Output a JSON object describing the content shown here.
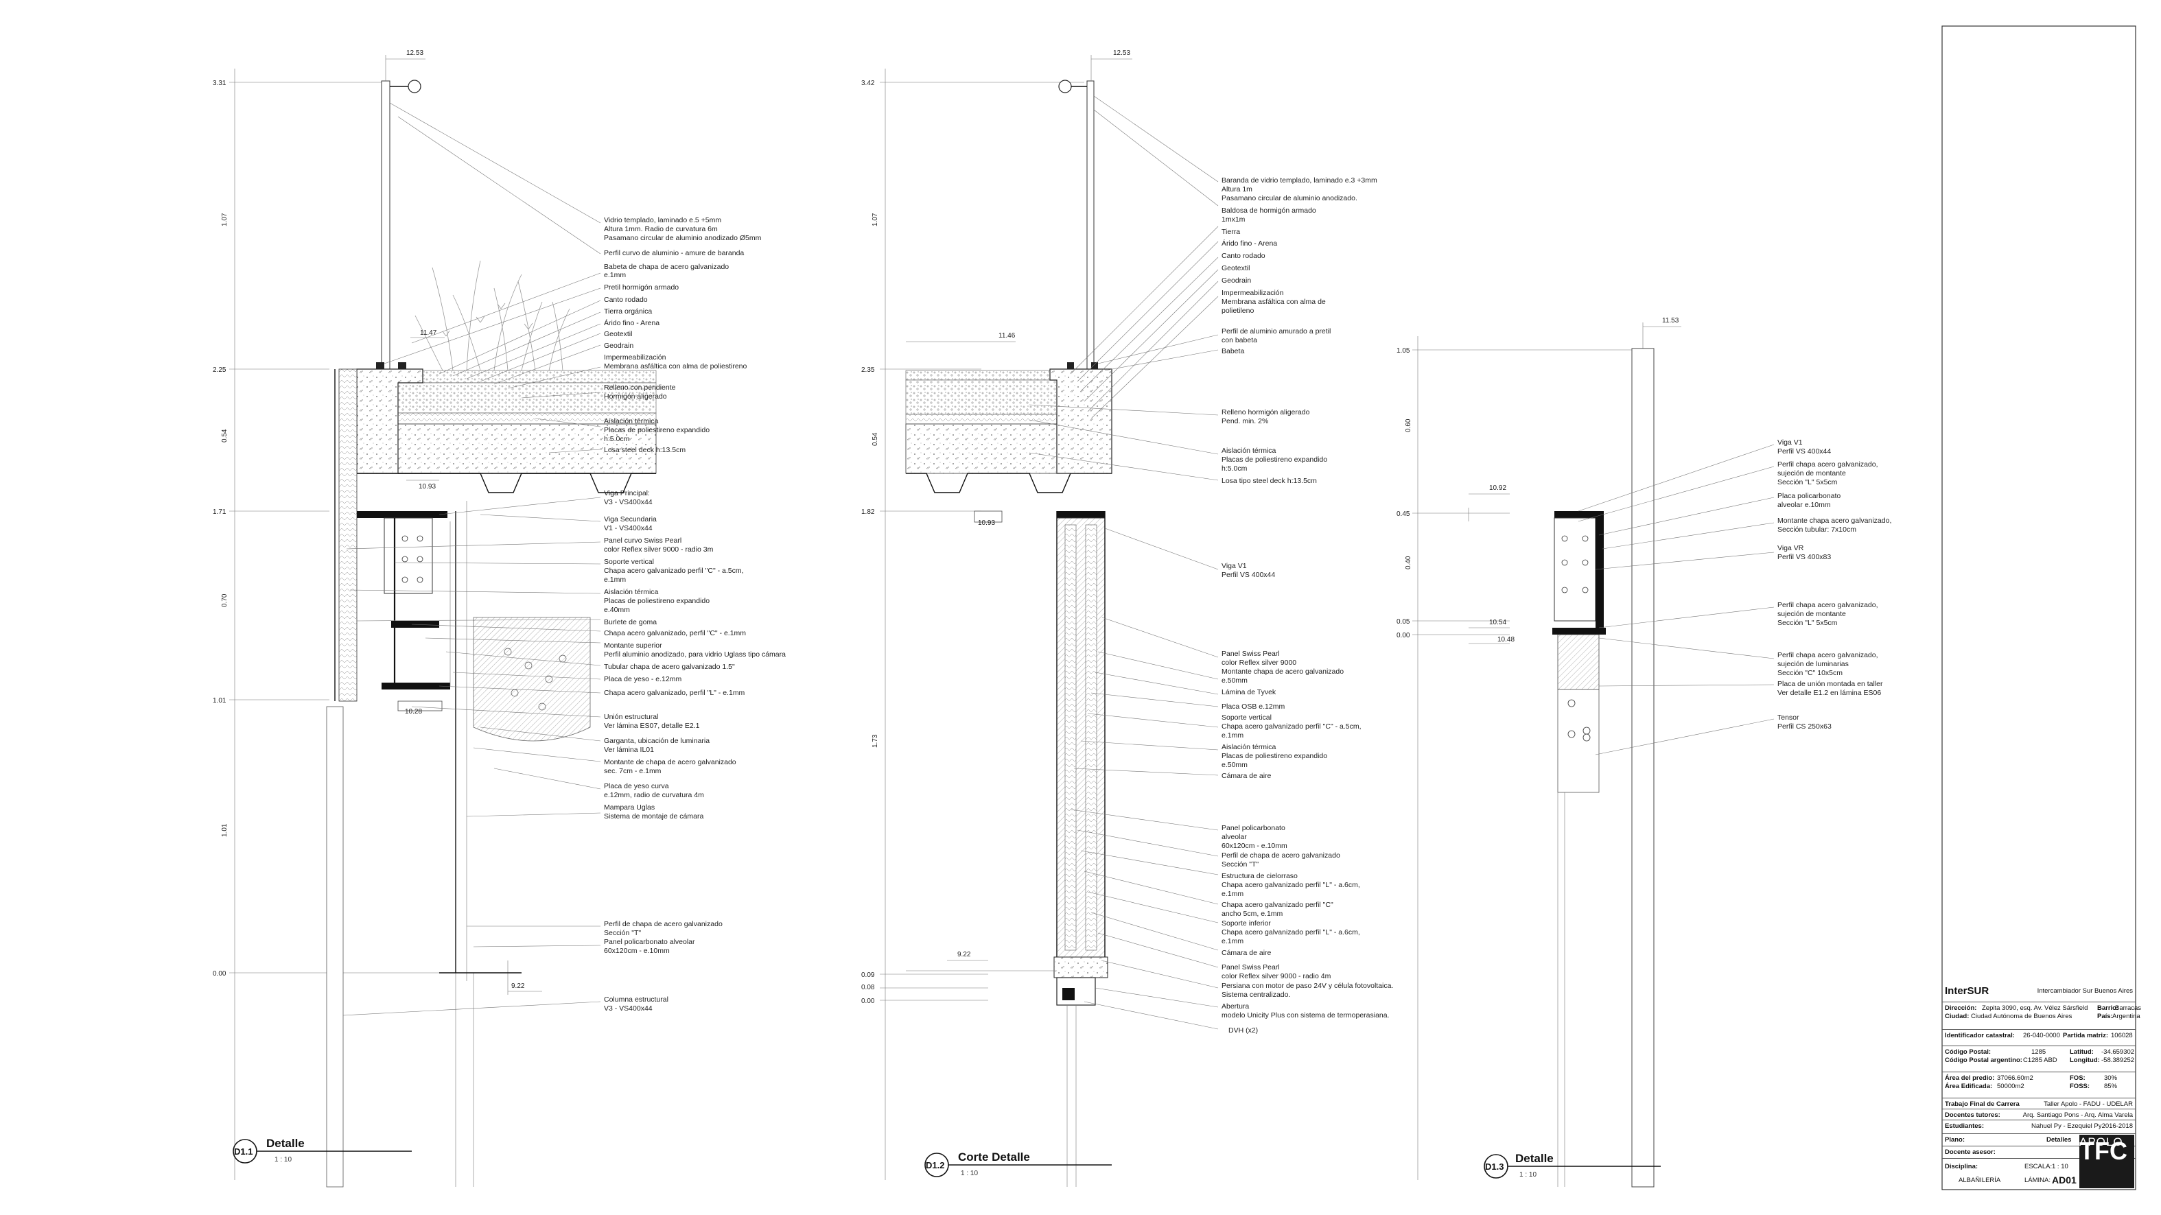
{
  "details": [
    {
      "tag": "D1.1",
      "title": "Detalle",
      "scale": "1 : 10",
      "levels": [
        "3.31",
        "1.07",
        "2.25",
        "0.54",
        "1.71",
        "0.70",
        "1.01",
        "1.01",
        "0.00"
      ],
      "dims": [
        "12.53",
        "11.47",
        "10.93",
        "10.28",
        "9.22"
      ],
      "labels": [
        "Vidrio templado, laminado e.5 +5mm",
        "Altura 1mm. Radio de curvatura 6m",
        "Pasamano circular de aluminio anodizado Ø5mm",
        "Perfil curvo de aluminio - amure de baranda",
        "Babeta de chapa de acero galvanizado",
        "e.1mm",
        "Pretil hormigón armado",
        "Canto rodado",
        "Tierra orgánica",
        "Árido fino - Arena",
        "Geotextil",
        "Geodrain",
        "Impermeabilización",
        "Membrana asfáltica con alma de poliestireno",
        "Relleno con pendiente",
        "Hormigón aligerado",
        "Aislación térmica",
        "Placas de poliestireno expandido",
        "h:5.0cm",
        "Losa steel deck h:13.5cm",
        "Viga Principal:",
        "V3 - VS400x44",
        "Viga Secundaria",
        "V1 - VS400x44",
        "Panel curvo Swiss Pearl",
        "color Reflex silver 9000 - radio 3m",
        "Soporte vertical",
        "Chapa acero galvanizado perfil \"C\" - a.5cm,",
        "e.1mm",
        "Aislación térmica",
        "Placas de poliestireno expandido",
        "e.40mm",
        "Burlete de goma",
        "Chapa acero galvanizado, perfil \"C\" - e.1mm",
        "Montante superior",
        "Perfil aluminio anodizado, para vidrio Uglass tipo cámara",
        "Tubular chapa de acero galvanizado 1.5\"",
        "Placa de yeso - e.12mm",
        "Chapa acero galvanizado, perfil \"L\" - e.1mm",
        "Unión estructural",
        "Ver lámina ES07, detalle E2.1",
        "Garganta, ubicación de luminaria",
        "Ver lámina IL01",
        "Montante de chapa de acero galvanizado",
        "sec. 7cm - e.1mm",
        "Placa de yeso curva",
        "e.12mm, radio de curvatura 4m",
        "Mampara Uglas",
        "Sistema de montaje de cámara",
        "Perfil de chapa de acero galvanizado",
        "Sección \"T\"",
        "Panel policarbonato alveolar",
        "60x120cm - e.10mm",
        "Columna estructural",
        "V3 - VS400x44"
      ]
    },
    {
      "tag": "D1.2",
      "title": "Corte Detalle",
      "scale": "1 : 10",
      "levels": [
        "3.42",
        "1.07",
        "2.35",
        "0.54",
        "1.82",
        "1.73",
        "0.09",
        "0.08",
        "0.00"
      ],
      "dims": [
        "12.53",
        "11.46",
        "10.93",
        "9.22"
      ],
      "labels": [
        "Baranda de vidrio templado, laminado e.3 +3mm",
        "Altura 1m",
        "Pasamano circular de aluminio anodizado.",
        "Baldosa de hormigón armado",
        "1mx1m",
        "Tierra",
        "Árido fino - Arena",
        "Canto rodado",
        "Geotextil",
        "Geodrain",
        "Impermeabilización",
        "Membrana asfáltica con alma de",
        "polietileno",
        "Perfil de aluminio amurado a pretil",
        "con babeta",
        "Babeta",
        "Relleno hormigón aligerado",
        "Pend. min. 2%",
        "Aislación térmica",
        "Placas de poliestireno expandido",
        "h:5.0cm",
        "Losa tipo steel deck h:13.5cm",
        "Viga V1",
        "Perfil VS 400x44",
        "Panel Swiss Pearl",
        "color Reflex silver 9000",
        "Montante chapa de acero galvanizado",
        "e.50mm",
        "Lámina de Tyvek",
        "Placa OSB e.12mm",
        "Soporte vertical",
        "Chapa acero galvanizado perfil \"C\" - a.5cm,",
        "e.1mm",
        "Aislación térmica",
        "Placas de poliestireno expandido",
        "e.50mm",
        "Cámara de aire",
        "Panel policarbonato",
        "alveolar",
        "60x120cm - e.10mm",
        "Perfil de chapa de acero galvanizado",
        "Sección \"T\"",
        "Estructura de cielorraso",
        "Chapa acero galvanizado perfil \"L\" - a.6cm,",
        "e.1mm",
        "Chapa acero galvanizado perfil \"C\"",
        "ancho 5cm, e.1mm",
        "Soporte inferior",
        "Chapa acero galvanizado perfil \"L\" - a.6cm,",
        "e.1mm",
        "Cámara de aire",
        "Panel Swiss Pearl",
        "color Reflex silver 9000 - radio 4m",
        "Persiana con motor de paso 24V y célula fotovoltaica.",
        "Sistema centralizado.",
        "Abertura",
        "modelo Unicity Plus con sistema de termoperasiana.",
        "DVH (x2)"
      ]
    },
    {
      "tag": "D1.3",
      "title": "Detalle",
      "scale": "1 : 10",
      "levels": [
        "1.05",
        "0.60",
        "0.45",
        "0.40",
        "0.05",
        "0.00"
      ],
      "dims": [
        "11.53",
        "10.92",
        "10.54",
        "10.48"
      ],
      "labels": [
        "Viga V1",
        "Perfil VS 400x44",
        "Perfil chapa acero galvanizado,",
        "sujeción de montante",
        "Sección \"L\" 5x5cm",
        "Placa policarbonato",
        "alveolar e.10mm",
        "Montante chapa acero galvanizado,",
        "Sección tubular: 7x10cm",
        "Viga VR",
        "Perfil VS 400x83",
        "Perfil chapa acero galvanizado,",
        "sujeción de montante",
        "Sección \"L\" 5x5cm",
        "Perfil chapa acero galvanizado,",
        "sujeción de luminarias",
        "Sección \"C\" 10x5cm",
        "Placa de unión montada en taller",
        "Ver detalle E1.2 en lámina ES06",
        "Tensor",
        "Perfil CS 250x63"
      ]
    }
  ],
  "title_block": {
    "brand": "InterSUR",
    "subtitle": "Intercambiador Sur Buenos Aires",
    "direccion_k": "Dirección:",
    "direccion_v": "Zepita 3090, esq. Av. Vélez Sársfield",
    "ciudad_k": "Ciudad:",
    "ciudad_v": "Ciudad Autónoma de Buenos Aires",
    "barrio_k": "Barrio:",
    "barrio_v": "Barracas",
    "pais_k": "País:",
    "pais_v": "Argentina",
    "ident_k": "Identificador catastral:",
    "ident_v": "26-040-0000",
    "partida_k": "Partida matriz:",
    "partida_v": "106028",
    "cp_k": "Código Postal:",
    "cp_v": "1285",
    "cpa_k": "Código Postal argentino:",
    "cpa_v": "C1285 ABD",
    "lat_k": "Latitud:",
    "lat_v": "-34.659302",
    "lon_k": "Longitud:",
    "lon_v": "-58.389252",
    "area_k": "Área del predio:",
    "area_v": "37066.60m2",
    "edif_k": "Área Edificada:",
    "edif_v": "50000m2",
    "fos_k": "FOS:",
    "fos_v": "30%",
    "foss_k": "FOSS:",
    "foss_v": "85%",
    "tfc_k": "Trabajo Final de Carrera",
    "tfc_v": "Taller Apolo - FADU - UDELAR",
    "doc_k": "Docentes tutores:",
    "doc_v": "Arq. Santiago Pons - Arq. Alma Varela",
    "est_k": "Estudiantes:",
    "est_v": "Nahuel Py - Ezequiel Py",
    "years": "2016-2018",
    "plano_k": "Plano:",
    "plano_v": "Detalles",
    "asesor_k": "Docente asesor:",
    "disc_k": "Disciplina:",
    "disc_v": "ALBAÑILERÍA",
    "esc_k": "ESCALA:",
    "esc_v": "1 : 10",
    "lam_k": "LÁMINA:",
    "lam_v": "AD01",
    "logo_big": "TFC",
    "logo_small": "APOLO"
  }
}
